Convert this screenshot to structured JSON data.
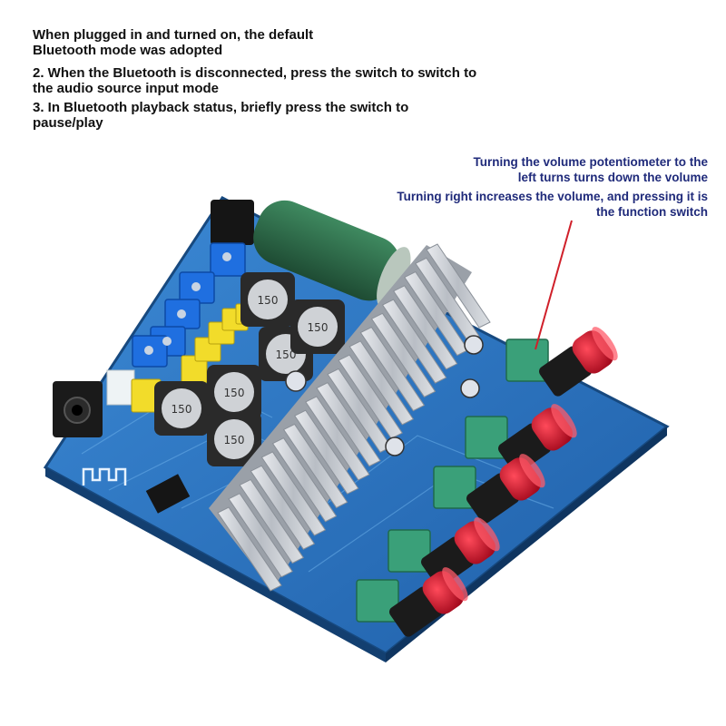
{
  "instructions": [
    "When plugged in and turned on, the default\nBluetooth mode was adopted",
    "2. When the Bluetooth is disconnected, press the switch to switch to\nthe audio source input mode",
    "3. In Bluetooth playback status, briefly press the switch to\npause/play"
  ],
  "callouts": [
    "Turning the volume potentiometer to the\nleft turns turns down the volume",
    "Turning right increases the volume, and pressing it is\nthe function switch"
  ],
  "inductor_label": "150",
  "colors": {
    "pcb": "#2f7fc9",
    "heatsink": "#cfd3d8",
    "capacitor": "#2f6b4a",
    "pot_body": "#3aa079",
    "knob_cap": "#d0132b",
    "knob_body": "#1b1b1b",
    "terminal": "#1f6fe0",
    "film_cap": "#f2dc2a",
    "callout_text": "#1f2a7a",
    "pointer_line": "#d0202a"
  },
  "icons": [
    "bluetooth-antenna-icon"
  ]
}
